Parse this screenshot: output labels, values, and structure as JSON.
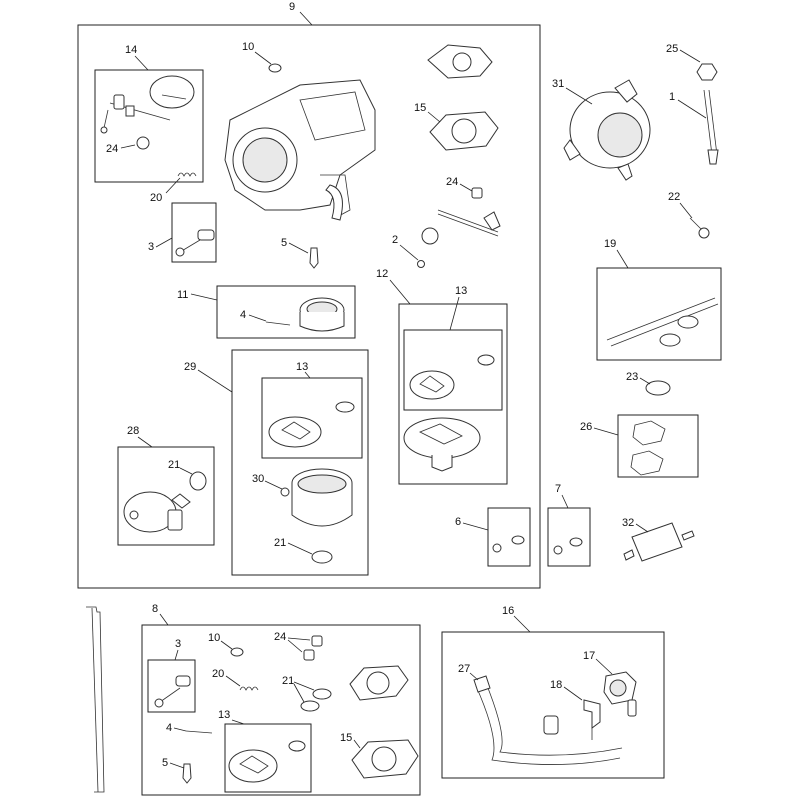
{
  "diagram": {
    "callouts": {
      "c9": "9",
      "c14": "14",
      "c10": "10",
      "c15": "15",
      "c24a": "24",
      "c20a": "20",
      "c3a": "3",
      "c5a": "5",
      "c24b": "24",
      "c2": "2",
      "c12": "12",
      "c11": "11",
      "c4a": "4",
      "c13a": "13",
      "c29": "29",
      "c13b": "13",
      "c28": "28",
      "c21a": "21",
      "c30": "30",
      "c21b": "21",
      "c6": "6",
      "c7": "7",
      "c25": "25",
      "c31": "31",
      "c1": "1",
      "c22": "22",
      "c19": "19",
      "c23": "23",
      "c26": "26",
      "c32": "32",
      "c8": "8",
      "c3b": "3",
      "c10b": "10",
      "c24c": "24",
      "c20b": "20",
      "c21c": "21",
      "c4b": "4",
      "c13c": "13",
      "c15b": "15",
      "c5b": "5",
      "c16": "16",
      "c27": "27",
      "c17": "17",
      "c18": "18"
    }
  }
}
